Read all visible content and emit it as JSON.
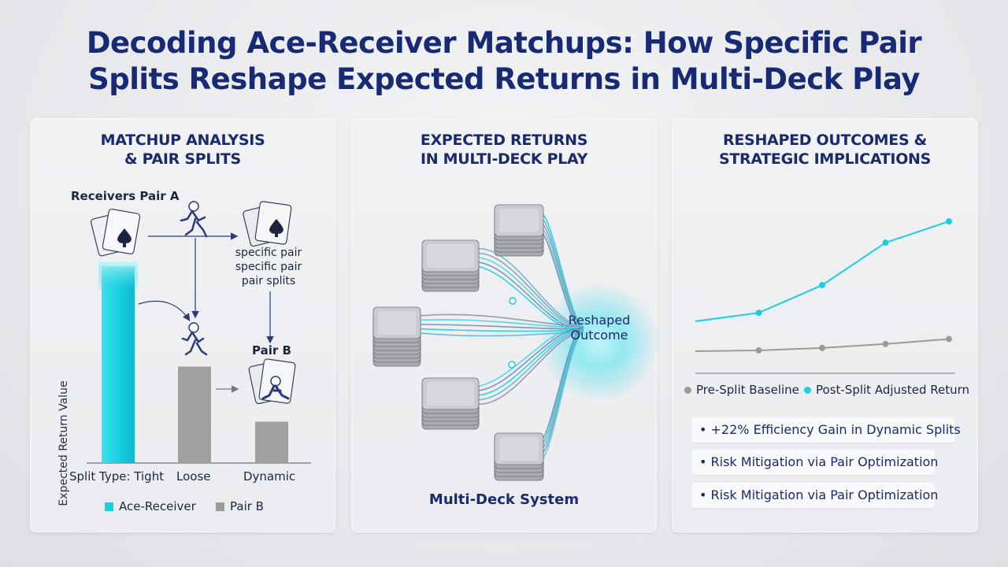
{
  "title_line1": "Decoding Ace-Receiver Matchups: How Specific Pair",
  "title_line2": "Splits Reshape Expected Returns in Multi-Deck Play",
  "panel1": {
    "title_line1": "MATCHUP ANALYSIS",
    "title_line2": "& PAIR SPLITS",
    "receivers_label": "Receivers Pair A",
    "note_lines": [
      "specific pair",
      "specific pair",
      "pair splits"
    ],
    "pair_b_label": "Pair B",
    "y_axis_label": "Expected Return Value",
    "x_labels": [
      "Split Type: Tight",
      "Loose",
      "Dynamic"
    ],
    "legend": [
      {
        "label": "Ace-Receiver",
        "color": "#1ccfe0"
      },
      {
        "label": "Pair B",
        "color": "#9b9b9b"
      }
    ],
    "chart_data": {
      "type": "bar",
      "categories": [
        "Split Type: Tight",
        "Loose",
        "Dynamic"
      ],
      "series": [
        {
          "name": "Ace-Receiver",
          "values": [
            1.0,
            null,
            null
          ]
        },
        {
          "name": "Pair B",
          "values": [
            null,
            0.49,
            0.21
          ]
        }
      ],
      "ylabel": "Expected Return Value"
    }
  },
  "panel2": {
    "title_line1": "EXPECTED RETURNS",
    "title_line2": "IN MULTI-DECK PLAY",
    "center_line1": "Reshaped",
    "center_line2": "Outcome",
    "bottom_label": "Multi-Deck System"
  },
  "panel3": {
    "title_line1": "RESHAPED OUTCOMES &",
    "title_line2": "STRATEGIC IMPLICATIONS",
    "legend": [
      {
        "label": "Pre-Split Baseline",
        "color": "#9b9b9b"
      },
      {
        "label": "Post-Split Adjusted Return",
        "color": "#1ccfe0"
      }
    ],
    "bullets": [
      "• +22% Efficiency Gain in Dynamic Splits",
      "• Risk Mitigation via Pair Optimization",
      "• Risk Mitigation via Pair Optimization"
    ],
    "chart_data": {
      "type": "line",
      "x": [
        1,
        2,
        3,
        4,
        5
      ],
      "series": [
        {
          "name": "Pre-Split Baseline",
          "values": [
            0.0,
            0.1,
            0.4,
            0.9,
            1.5
          ]
        },
        {
          "name": "Post-Split Adjusted Return",
          "values": [
            0.0,
            0.4,
            1.7,
            3.7,
            4.7
          ]
        }
      ]
    }
  },
  "colors": {
    "accent": "#1ccfe0",
    "navy": "#172a73",
    "gray": "#9b9b9b"
  }
}
